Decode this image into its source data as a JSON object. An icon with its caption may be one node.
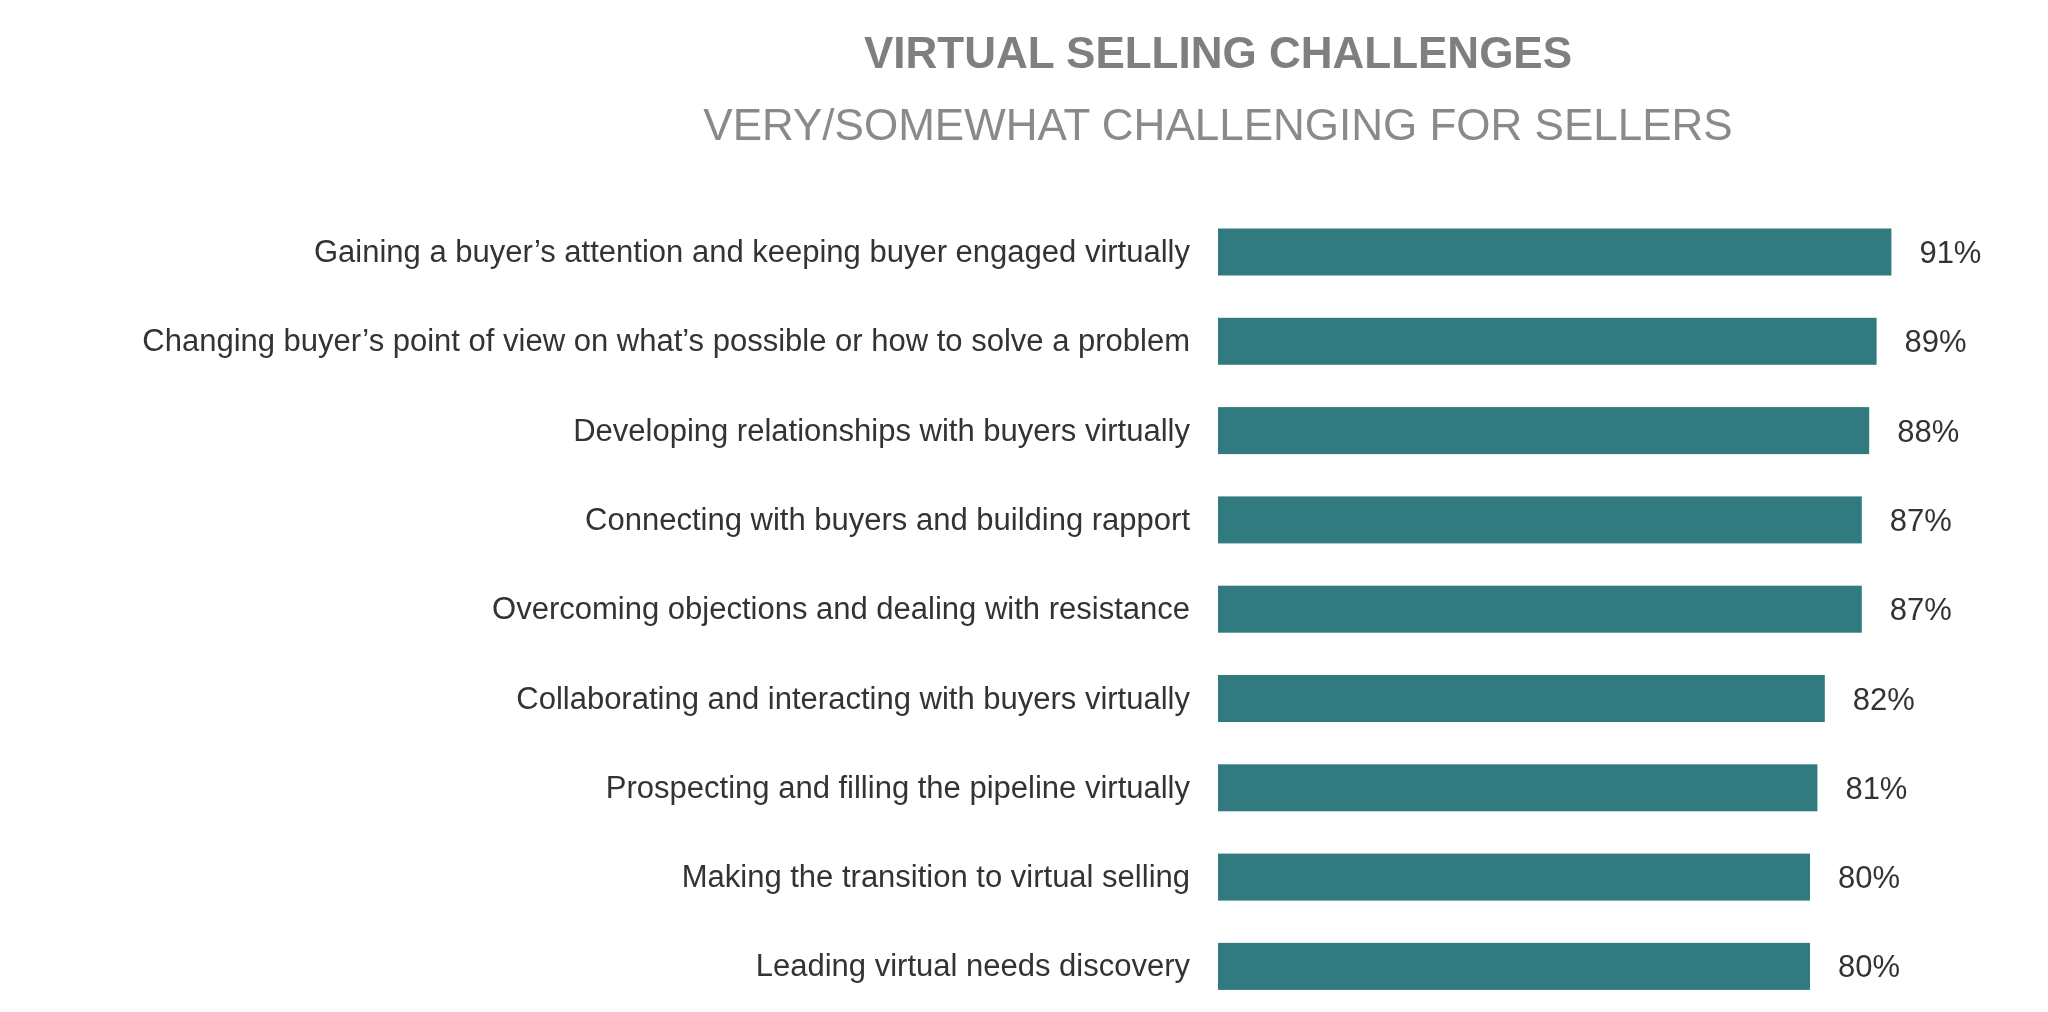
{
  "diagram": {
    "title": "VIRTUAL SELLING CHALLENGES",
    "chart_data": {
      "type": "bar",
      "orientation": "horizontal",
      "title": "VERY/SOMEWHAT CHALLENGING FOR SELLERS",
      "categories": [
        "Gaining a buyer’s attention and keeping buyer engaged virtually",
        "Changing buyer’s point of view on what’s possible or how to solve a problem",
        "Developing relationships with buyers virtually",
        "Connecting with buyers and building rapport",
        "Overcoming objections and dealing with resistance",
        "Collaborating and interacting with buyers virtually",
        "Prospecting and filling the pipeline virtually",
        "Making the transition to virtual selling",
        "Leading virtual needs discovery"
      ],
      "series": [
        {
          "color": "#317b80",
          "values": [
            91,
            89,
            88,
            87,
            87,
            82,
            81,
            80,
            80
          ],
          "value_labels": [
            "91%",
            "89%",
            "88%",
            "87%",
            "87%",
            "82%",
            "81%",
            "80%",
            "80%"
          ]
        }
      ]
    }
  }
}
